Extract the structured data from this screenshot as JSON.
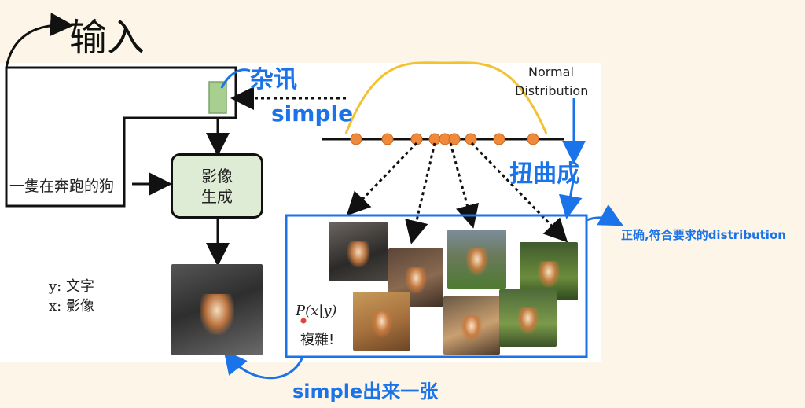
{
  "annotations": {
    "input": "输入",
    "noise": "杂讯",
    "sample_top": "simple",
    "distort": "扭曲成",
    "correct_distribution": "正确,符合要求的distribution",
    "sample_bottom": "simple出来一张"
  },
  "slide": {
    "prompt_text": "一隻在奔跑的狗",
    "generator_line1": "影像",
    "generator_line2": "生成",
    "legend_y": "y: 文字",
    "legend_x": "x: 影像",
    "normal_distribution_line1": "Normal",
    "normal_distribution_line2": "Distribution",
    "conditional_prob": "P(x|y)",
    "complex_label": "複雜!"
  },
  "colors": {
    "ink": "#111111",
    "pen_blue": "#1a73e8",
    "curve_yellow": "#f2c230",
    "dot_orange": "#f08a3a",
    "noise_green": "#a8cf8f",
    "generator_fill": "#dfecd5"
  }
}
